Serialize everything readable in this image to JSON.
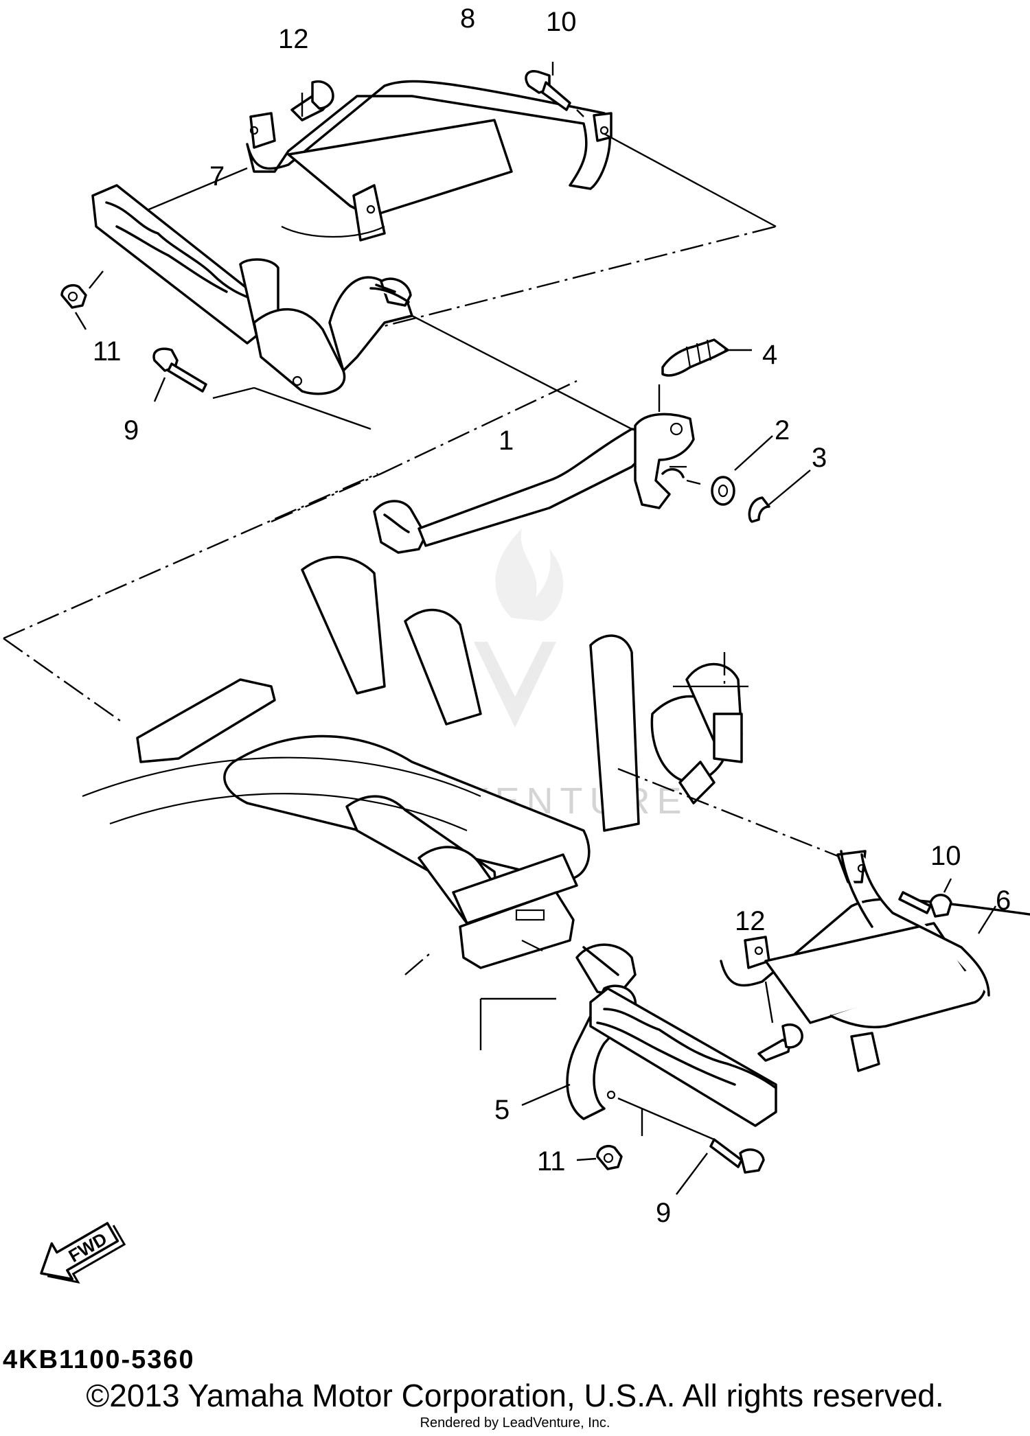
{
  "diagram": {
    "callouts": {
      "c1": "1",
      "c2": "2",
      "c3": "3",
      "c4": "4",
      "c5": "5",
      "c6": "6",
      "c7": "7",
      "c8": "8",
      "c9a": "9",
      "c9b": "9",
      "c10a": "10",
      "c10b": "10",
      "c11a": "11",
      "c11b": "11",
      "c12a": "12",
      "c12b": "12"
    },
    "fwd_label": "FWD",
    "diagram_code": "4KB1100-5360",
    "watermark": "LEADVENTURE",
    "watermark_icon": "flame-v-logo-icon"
  },
  "footer": {
    "copyright": "©2013 Yamaha Motor Corporation, U.S.A. All rights reserved.",
    "rendered_by": "Rendered by LeadVenture, Inc."
  }
}
